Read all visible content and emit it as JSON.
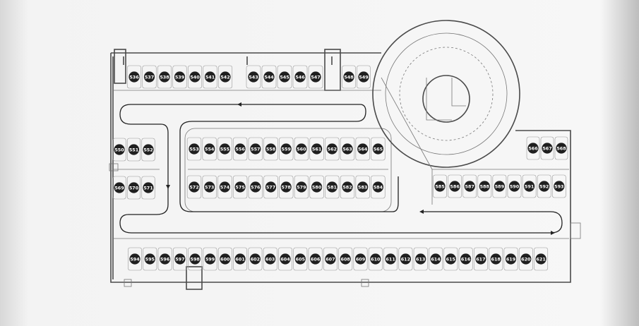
{
  "spot_rows": {
    "top_left": [
      "536",
      "537",
      "538",
      "539",
      "540",
      "541",
      "542"
    ],
    "top_mid": [
      "543",
      "544",
      "545",
      "546",
      "547"
    ],
    "top_right": [
      "548",
      "549"
    ],
    "left_upper": [
      "550",
      "551",
      "552"
    ],
    "island_upper": [
      "553",
      "554",
      "555",
      "556",
      "557",
      "558",
      "559",
      "560",
      "561",
      "562",
      "563",
      "564",
      "565"
    ],
    "right_upper": [
      "566",
      "567",
      "568"
    ],
    "left_lower": [
      "569",
      "570",
      "571"
    ],
    "island_lower": [
      "572",
      "573",
      "574",
      "575",
      "576",
      "577",
      "578",
      "579",
      "580",
      "581",
      "582",
      "583",
      "584"
    ],
    "right_lower": [
      "585",
      "586",
      "587",
      "588",
      "589",
      "590",
      "591",
      "592",
      "593"
    ],
    "bottom": [
      "594",
      "595",
      "596",
      "597",
      "598",
      "599",
      "600",
      "601",
      "602",
      "603",
      "604",
      "605",
      "606",
      "607",
      "608",
      "609",
      "610",
      "611",
      "612",
      "613",
      "614",
      "615",
      "616",
      "617",
      "618",
      "619",
      "620",
      "621"
    ]
  },
  "colors": {
    "wall": "#4a4a4a",
    "badge": "#1f1f1f",
    "badge_text": "#ffffff",
    "route": "#222222"
  }
}
